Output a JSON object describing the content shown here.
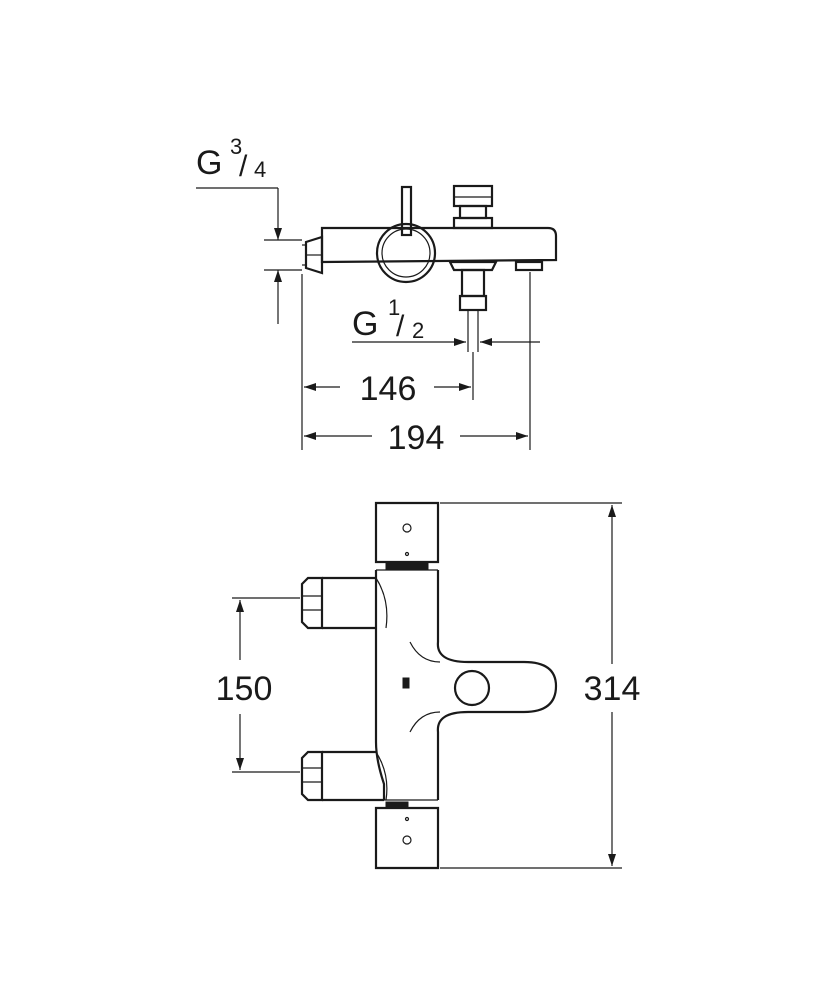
{
  "colors": {
    "line": "#1a1a1a",
    "background": "#ffffff"
  },
  "top_view": {
    "inlet_thread": {
      "base": "G",
      "num": "3",
      "den": "4"
    },
    "outlet_thread": {
      "base": "G",
      "num": "1",
      "den": "2"
    },
    "dim_outlet": "146",
    "dim_width": "194"
  },
  "front_view": {
    "dim_inlet_spacing": "150",
    "dim_height": "314"
  }
}
